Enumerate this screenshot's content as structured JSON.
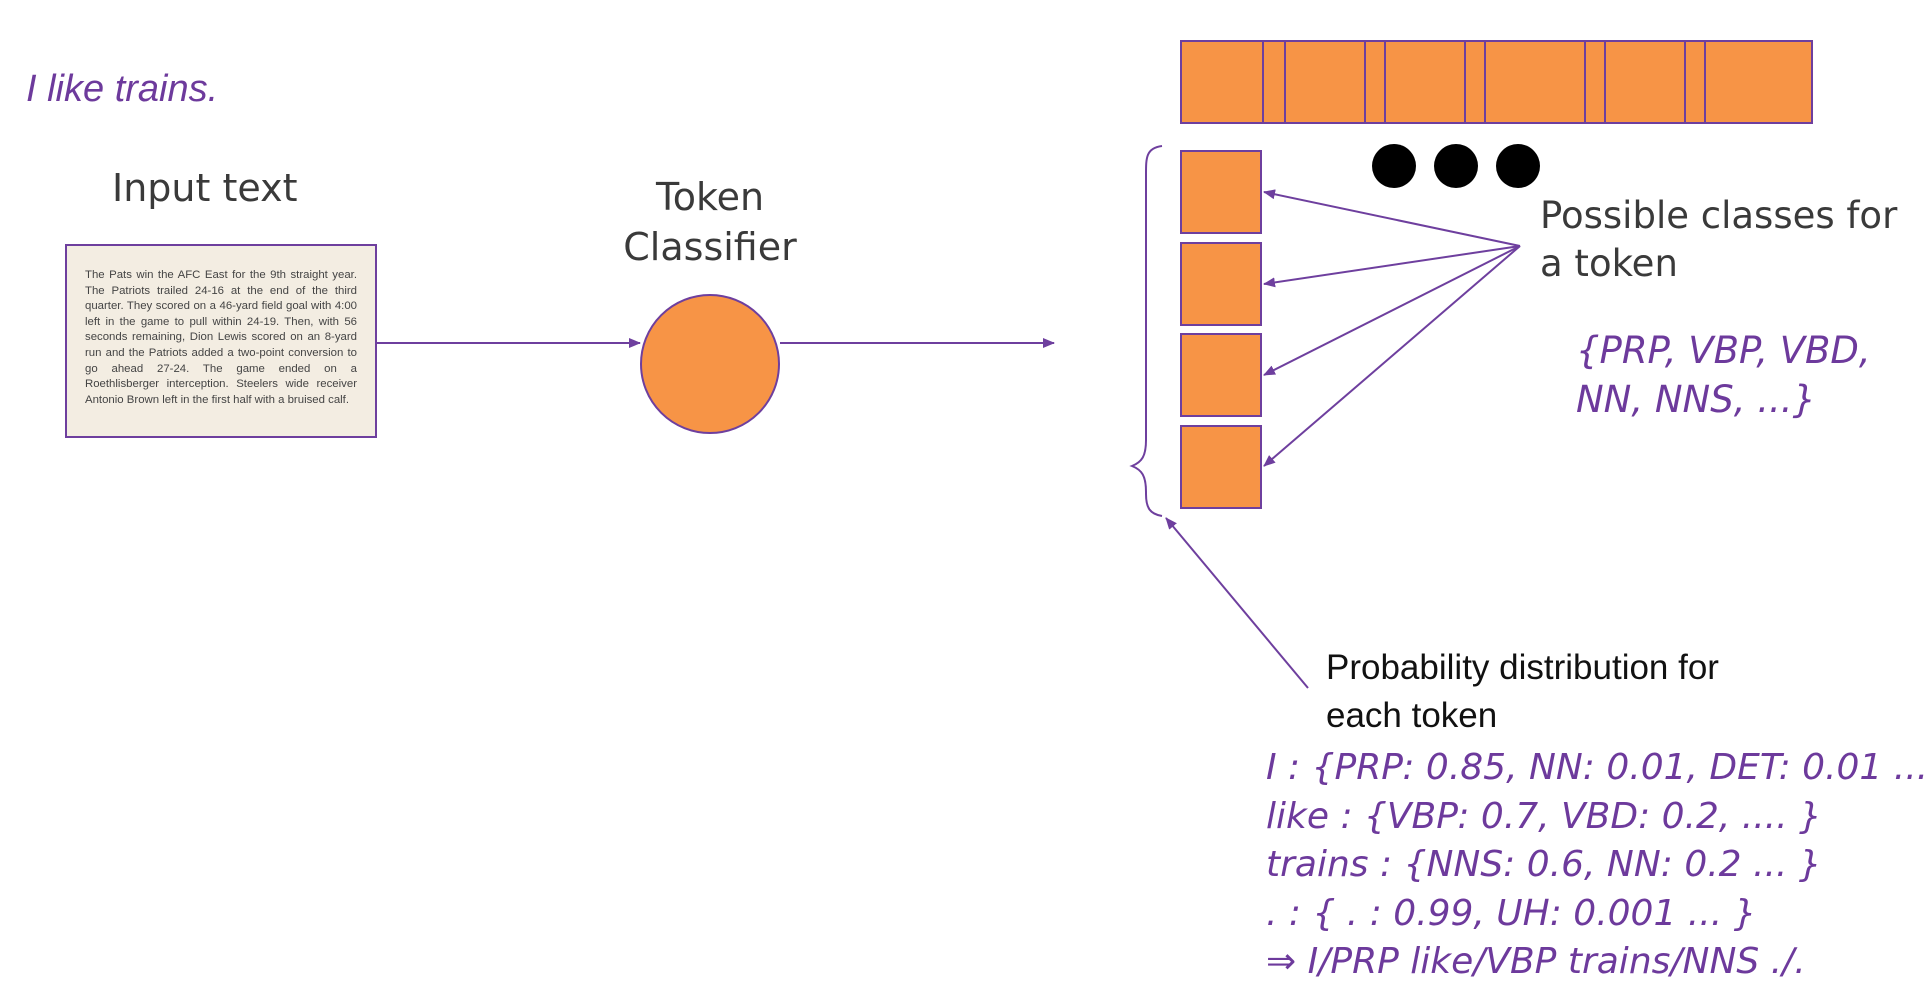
{
  "example_sentence": "I like trains.",
  "input_text": {
    "label": "Input text",
    "document": "The Pats win the AFC East for the 9th straight year. The Patriots trailed 24-16 at the end of the third quarter. They scored on a 46-yard field goal with 4:00 left in the game to pull within 24-19. Then, with 56 seconds remaining, Dion Lewis scored on an 8-yard run and the Patriots added a two-point conversion to go ahead 27-24. The game ended on a Roethlisberger interception. Steelers wide receiver Antonio Brown left in the first half with a bruised calf."
  },
  "classifier": {
    "label_line1": "Token",
    "label_line2": "Classifier"
  },
  "output": {
    "classes_label_line1": "Possible classes for",
    "classes_label_line2": "a token",
    "classes_set_line1": "{PRP, VBP, VBD,",
    "classes_set_line2": "NN, NNS, ...}",
    "prob_label_line1": "Probability distribution for",
    "prob_label_line2": "each token",
    "distributions": [
      "I : {PRP: 0.85, NN: 0.01, DET: 0.01 ...",
      "like : {VBP: 0.7, VBD: 0.2, .... }",
      "trains : {NNS: 0.6, NN: 0.2 ... }",
      ". : { . : 0.99, UH: 0.001 ... }",
      "⇒ I/PRP like/VBP trains/NNS ./."
    ]
  },
  "colors": {
    "accent_purple": "#6e3f9e",
    "text_purple": "#6d3a9c",
    "box_orange": "#f79446",
    "paper": "#f3ede2"
  }
}
